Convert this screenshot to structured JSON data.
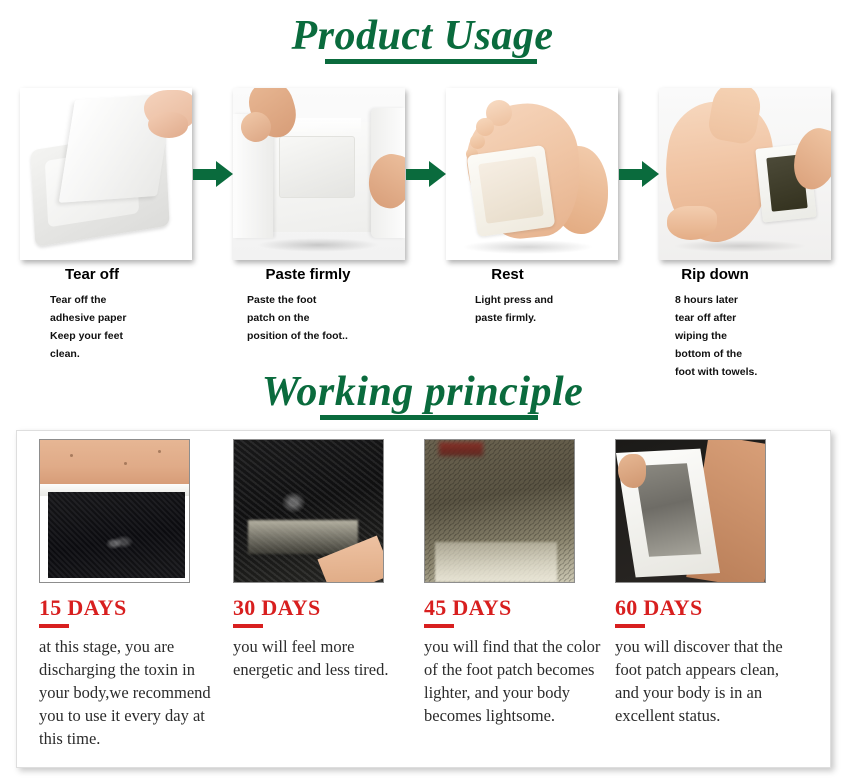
{
  "sections": {
    "usage": {
      "title": "Product Usage",
      "accent_color": "#0a6b3d"
    },
    "principle": {
      "title": "Working principle",
      "accent_color": "#0a6b3d"
    }
  },
  "usage_steps": [
    {
      "heading": "Tear off",
      "lines": [
        "Tear off the",
        "adhesive paper",
        "Keep your feet",
        "clean."
      ],
      "photo": "white-foot-patch-peeling-adhesive-paper"
    },
    {
      "heading": "Paste firmly",
      "lines": [
        "Paste the foot",
        "patch on the",
        "position of the foot.."
      ],
      "photo": "hands-holding-foot-patch-with-square-pad"
    },
    {
      "heading": "Rest",
      "lines": [
        "Light press and",
        "paste firmly."
      ],
      "photo": "bare-foot-sole-with-white-patch-applied"
    },
    {
      "heading": "Rip down",
      "lines": [
        "8 hours later",
        "tear off after",
        "wiping the",
        "bottom of the",
        "foot with towels."
      ],
      "photo": "foot-with-used-dark-patch-being-removed"
    }
  ],
  "arrow_icon": "arrow-right-icon",
  "stages": [
    {
      "days_label": "15 DAYS",
      "text": "at this stage, you are discharging the toxin in your body,we recommend you to use it every day at this time.",
      "photo": "used-patch-very-dark-black-on-skin",
      "days_color": "#d81f1f"
    },
    {
      "days_label": "30 DAYS",
      "text": "you will feel more energetic and less tired.",
      "photo": "used-patch-dark-wet-closeup",
      "days_color": "#d81f1f"
    },
    {
      "days_label": "45 DAYS",
      "text": "you will find that the color of the foot patch becomes lighter, and your body becomes lightsome.",
      "photo": "used-patch-lighter-olive-mesh-texture",
      "days_color": "#d81f1f"
    },
    {
      "days_label": "60 DAYS",
      "text": "you will discover that the foot patch appears clean, and your body is in an excellent status.",
      "photo": "hand-holding-clean-grey-patch-against-skin",
      "days_color": "#d81f1f"
    }
  ]
}
